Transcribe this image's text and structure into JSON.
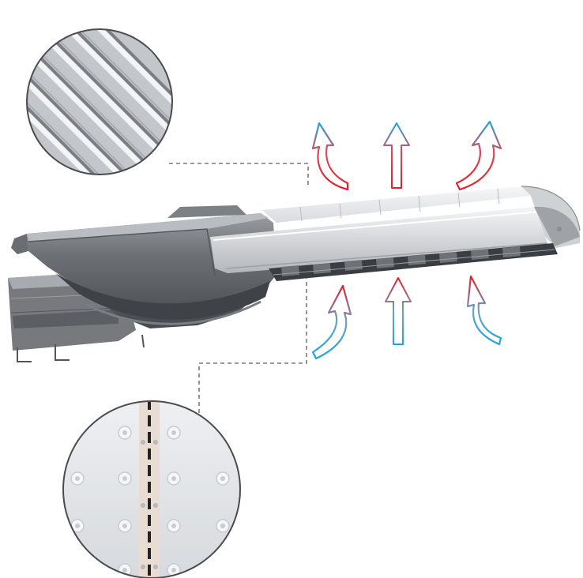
{
  "diagram": {
    "subject": "led-street-light-heat-dissipation",
    "callouts": [
      {
        "id": "heat-sink-fins",
        "icon": "heat-sink-fins-zoom"
      },
      {
        "id": "led-module",
        "icon": "led-board-zoom"
      }
    ],
    "airflow": {
      "top_arrows": 3,
      "bottom_arrows": 3,
      "colors": {
        "cool": "#1ba7de",
        "hot": "#e0202c"
      }
    },
    "colors": {
      "housing_dark": "#5a5d62",
      "housing_mid": "#8a8e93",
      "housing_light": "#c9ccd0",
      "leader_line": "#7a7a7a"
    }
  }
}
